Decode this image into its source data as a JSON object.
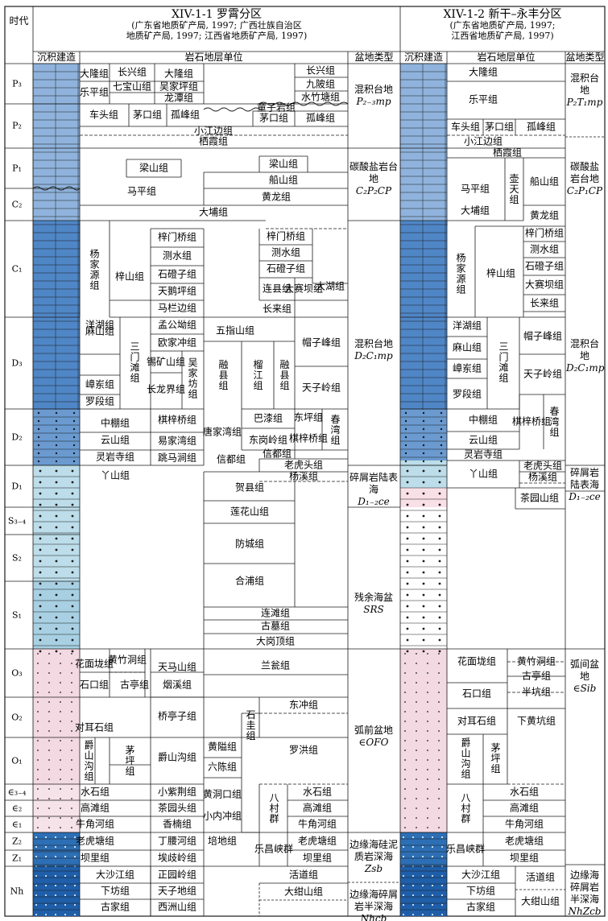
{
  "header": {
    "age_col": "时代",
    "left_title": "XIV-1-1  罗霄分区",
    "left_sub1": "(广东省地质矿产局, 1997; 广西壮族自治区",
    "left_sub2": "地质矿产局, 1997; 江西省地质矿产局, 1997)",
    "right_title": "XIV-1-2  新干–永丰分区",
    "right_sub1": "(广东省地质矿产局, 1997;",
    "right_sub2": "江西省地质矿产局, 1997)",
    "sed": "沉积建造",
    "litho": "岩石地层单位",
    "basin": "盆地类型",
    "sed_r": "沉积建造",
    "litho_r": "岩石地层单位",
    "basin_r": "盆地类型"
  },
  "ages": [
    "P₃",
    "P₂",
    "P₁",
    "C₂",
    "C₁",
    "D₃",
    "D₂",
    "D₁",
    "S₃₋₄",
    "S₂",
    "S₁",
    "O₃",
    "O₂",
    "O₁",
    "∈₃₋₄",
    "∈₂",
    "∈₁",
    "Z₂",
    "Z₁",
    "Nh"
  ],
  "left_units": {
    "p3": [
      "长兴组",
      "大隆组",
      "大隆组",
      "七宝山组",
      "吴家坪组",
      "乐平组",
      "龙潭组",
      "长兴组",
      "九陂组",
      "水竹塘组"
    ],
    "p2": [
      "童子岩组",
      "车头组",
      "茅口组",
      "孤峰组",
      "茅口组",
      "孤峰组",
      "小江边组",
      "栖霞组",
      "栖霞组"
    ],
    "p1": [
      "梁山组",
      "梁山组",
      "船山组",
      "马平组",
      "黄龙组",
      "大埔组"
    ],
    "c1": [
      "梓门桥组",
      "梓门桥组",
      "测水组",
      "测水组",
      "石磴子组",
      "石磴子组",
      "杨家源组",
      "梓山组",
      "天鹅坪组",
      "连县组",
      "大赛坝组",
      "大湖组",
      "马栏边组",
      "长来组"
    ],
    "d3": [
      "孟公坳组",
      "五指山组",
      "洋湖组",
      "欧家冲组",
      "帽子峰组",
      "麻山组",
      "三门滩组",
      "锡矿山组",
      "吴家坊组",
      "融县组",
      "榴江组",
      "融县组",
      "嶂岽组",
      "长龙界组",
      "天子岭组",
      "罗段组"
    ],
    "d2": [
      "中棚组",
      "棋梓桥组",
      "唐家湾组",
      "巴漆组",
      "东坪组",
      "春湾组",
      "云山组",
      "易家湾组",
      "东岗岭组",
      "棋梓桥组",
      "灵岩寺组",
      "跳马涧组",
      "信都组",
      "信都组",
      "老虎头组",
      "丫山组",
      "杨溪组"
    ],
    "ds": [
      "贺县组",
      "莲花山组",
      "防城组",
      "合浦组",
      "连滩组",
      "古墓组",
      "大岗顶组"
    ],
    "o": [
      "花面垅组",
      "黄竹洞组",
      "天马山组",
      "兰瓮组",
      "古亭组",
      "石口组",
      "烟溪组",
      "东冲组",
      "对耳石组",
      "桥亭子组",
      "石圭组",
      "爵山沟组",
      "茅坪组",
      "爵山沟组",
      "黄隘组",
      "罗洪组",
      "六陈组"
    ],
    "cz": [
      "水石组",
      "小紫荆组",
      "黄洞口组",
      "水石组",
      "高滩组",
      "茶园头组",
      "八村群",
      "高滩组",
      "牛角河组",
      "香楠组",
      "小内冲组",
      "牛角河组",
      "老虎塘组",
      "丁腰河组",
      "培地组",
      "乐昌峡群",
      "老虎塘组",
      "坝里组",
      "埃歧岭组",
      "坝里组"
    ],
    "nh": [
      "大沙江组",
      "正园岭组",
      "活道组",
      "下坊组",
      "天子地组",
      "大绀山组",
      "古家组",
      "西洲山组"
    ]
  },
  "left_basins": [
    {
      "name": "混积台地",
      "code": "P₂₋₃mp"
    },
    {
      "name": "碳酸盐岩台地",
      "code": "C₂P₂CP"
    },
    {
      "name": "混积台地",
      "code": "D₂C₁mp"
    },
    {
      "name": "碎屑岩陆表海",
      "code": "D₁₋₂ce"
    },
    {
      "name": "残余海盆",
      "code": "SRS"
    },
    {
      "name": "弧前盆地",
      "code": "∈OFO"
    },
    {
      "name": "边缘海硅泥质岩深海",
      "code": "Zsb"
    },
    {
      "name": "边缘海碎屑岩半深海",
      "code": "Nhcb"
    }
  ],
  "right_units": [
    "大隆组",
    "乐平组",
    "车头组",
    "茅口组",
    "孤峰组",
    "小江边组",
    "栖霞组",
    "马平组",
    "壶天组",
    "船山组",
    "大埔组",
    "黄龙组",
    "梓门桥组",
    "测水组",
    "石磴子组",
    "杨家源组",
    "梓山组",
    "大赛坝组",
    "长来组",
    "洋湖组",
    "帽子峰组",
    "麻山组",
    "三门滩组",
    "嶂岽组",
    "天子岭组",
    "罗段组",
    "中棚组",
    "棋梓桥组",
    "春湾组",
    "云山组",
    "灵岩寺组",
    "老虎头组",
    "丫山组",
    "杨溪组",
    "茶园山组",
    "花面垅组",
    "黄竹洞组",
    "古亭组",
    "石口组",
    "半坑组",
    "对耳石组",
    "下黄坑组",
    "爵山沟组",
    "茅坪组",
    "八村群",
    "水石组",
    "高滩组",
    "牛角河组",
    "乐昌峡群",
    "老虎塘组",
    "坝里组",
    "大沙江组",
    "活道组",
    "下坊组",
    "大绀山组",
    "古家组"
  ],
  "right_basins": [
    {
      "name": "混积台地",
      "code": "P₂T₁mp"
    },
    {
      "name": "碳酸盐岩台地",
      "code": "C₂P₁CP"
    },
    {
      "name": "混积台地",
      "code": "D₂C₁mp"
    },
    {
      "name": "碎屑岩陆表海",
      "code": "D₁₋₂ce"
    },
    {
      "name": "弧间盆地",
      "code": "∈Sib"
    },
    {
      "name": "边缘海碎屑岩半深海",
      "code": "NhZcb"
    }
  ],
  "colors": {
    "limestone": "#8fb3dc",
    "dolomite": "#4f86c6",
    "clastic": "#bcdde9",
    "shale_pink": "#f3d9e2",
    "sand_pink": "#f9dfe6",
    "deep": "#2d6fb5",
    "deepest": "#1f5ea8",
    "line": "#1a1a1a"
  }
}
